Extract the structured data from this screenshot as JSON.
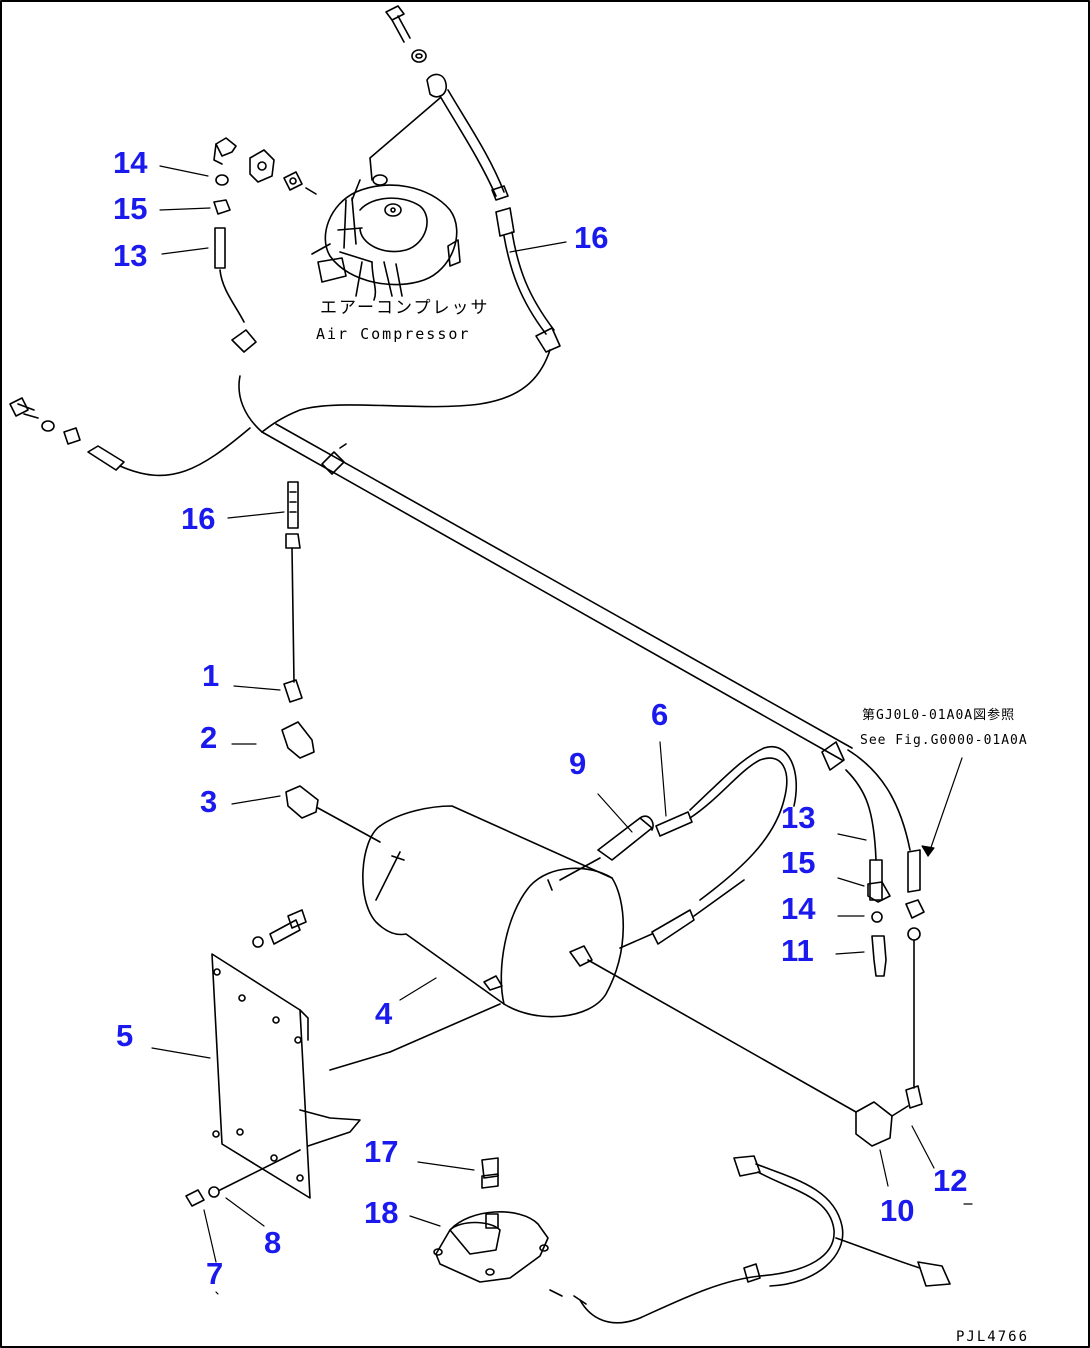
{
  "labels": {
    "air_compressor_jp": "エアーコンプレッサ",
    "air_compressor_en": "Air Compressor",
    "ref_jp": "第GJ0L0-01A0A図参照",
    "ref_en": "See Fig.G0000-01A0A",
    "drawing_code": "PJL4766"
  },
  "callouts": [
    "14",
    "15",
    "13",
    "16",
    "16",
    "1",
    "2",
    "3",
    "6",
    "9",
    "13",
    "15",
    "14",
    "11",
    "4",
    "5",
    "17",
    "18",
    "12",
    "10",
    "8",
    "7"
  ],
  "colors": {
    "callout": "#1a1aee",
    "line": "#000000",
    "border": "#000000"
  }
}
